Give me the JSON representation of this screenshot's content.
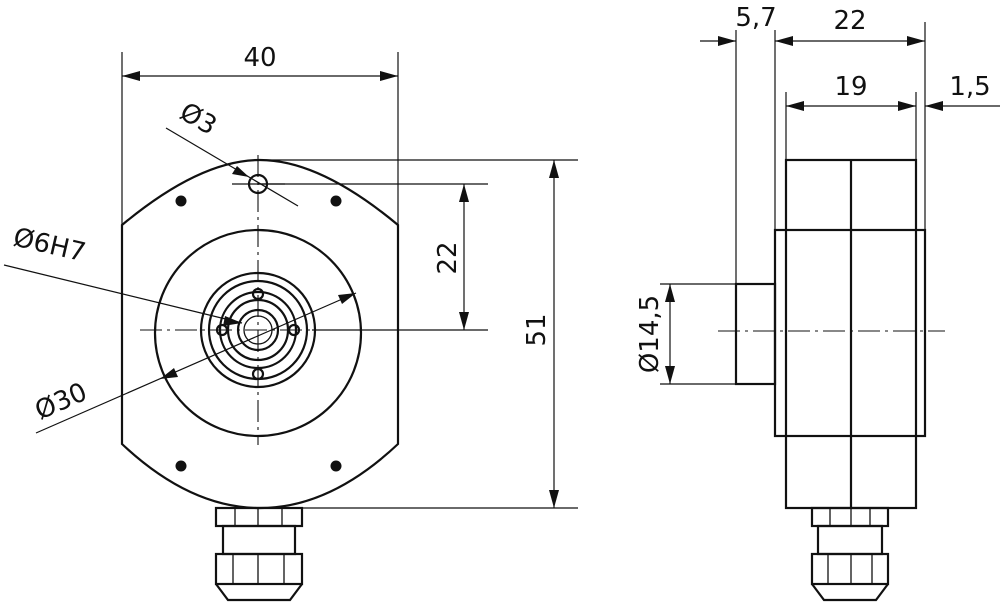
{
  "front_view": {
    "width_dim": "40",
    "hole_dia_dim": "Ø3",
    "hole_distance_dim": "22",
    "height_dim": "51",
    "shaft_dim": "Ø6H7",
    "flange_dim": "Ø30"
  },
  "side_view": {
    "collar_dim": "5,7",
    "depth_dim": "22",
    "body_dim": "19",
    "step_dim": "1,5",
    "collar_dia_dim": "Ø14,5"
  }
}
